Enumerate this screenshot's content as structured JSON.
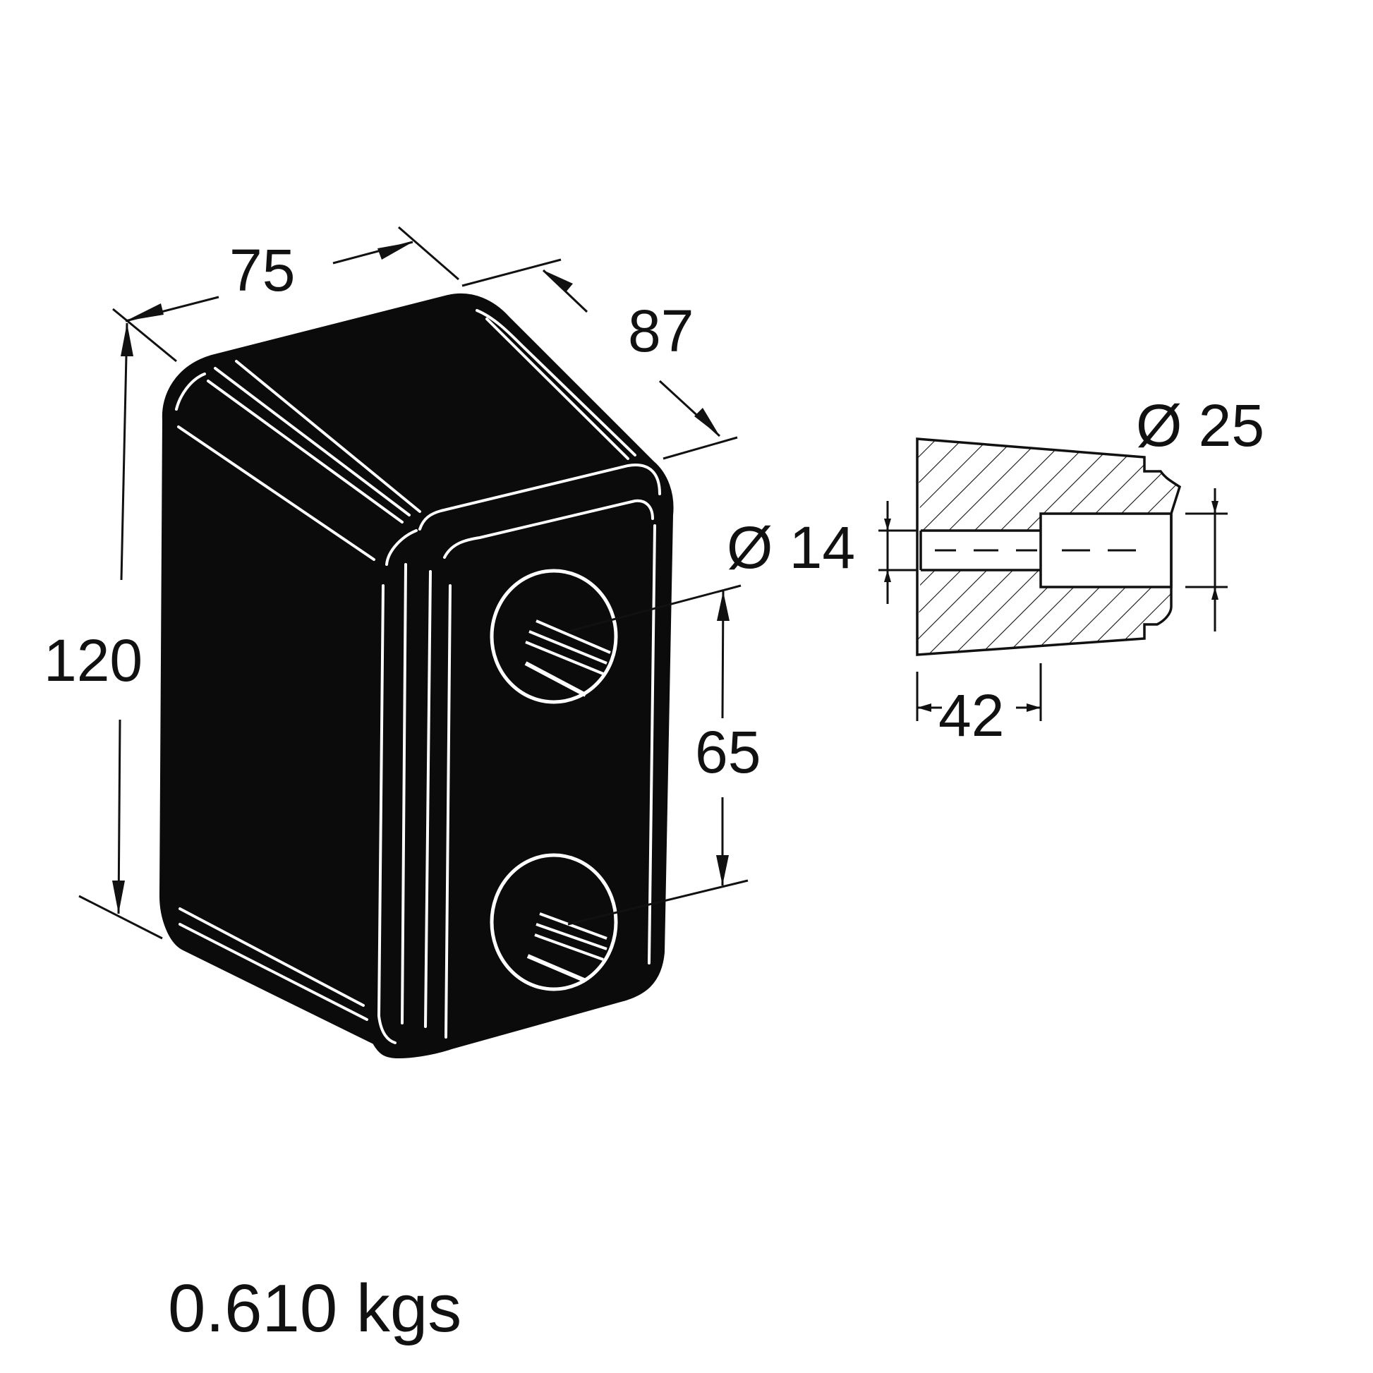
{
  "colors": {
    "ink": "#111111",
    "background": "#ffffff",
    "body_fill": "#0b0b0b"
  },
  "dimensions": {
    "width_label": "75",
    "depth_label": "87",
    "height_label": "120",
    "hole_spacing_label": "65",
    "hole_diameter_label": "Ø 14",
    "counterbore_diameter_label": "Ø 25",
    "counterbore_depth_label": "42"
  },
  "weight": {
    "label": "0.610 kgs"
  }
}
